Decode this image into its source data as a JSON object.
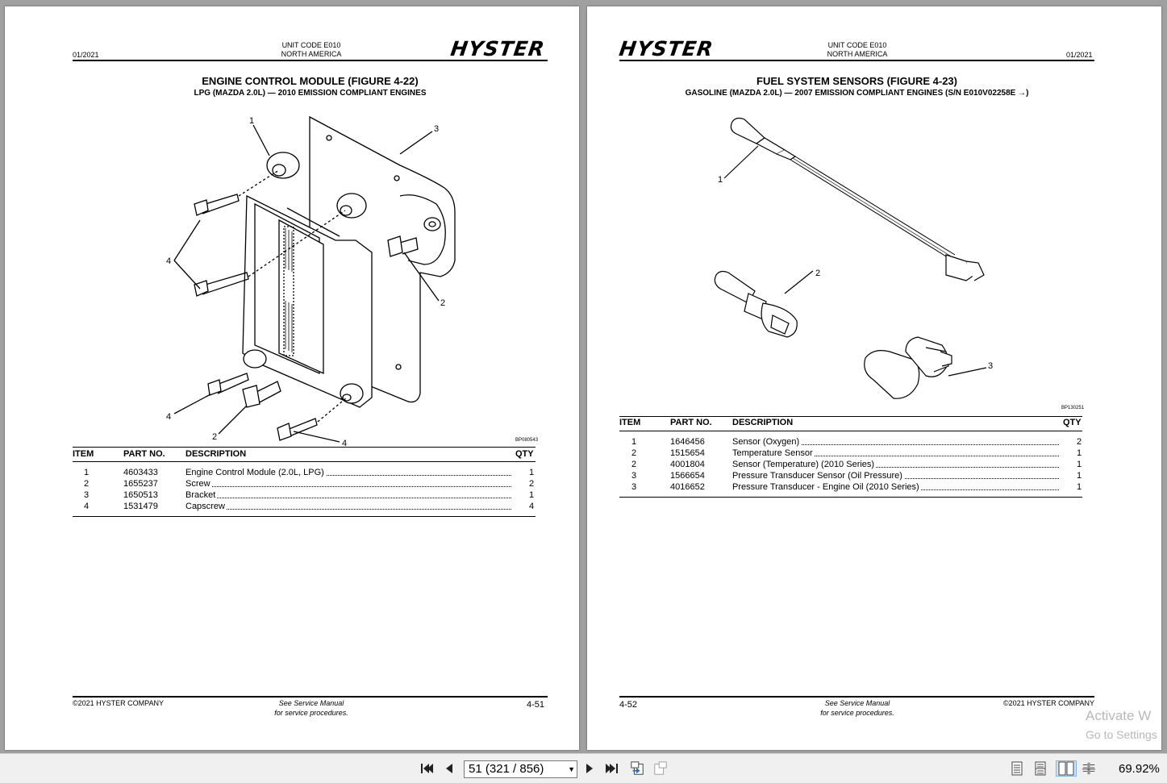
{
  "left_page": {
    "date": "01/2021",
    "unit_code": "UNIT CODE E010",
    "region": "NORTH AMERICA",
    "logo": "HYSTER",
    "title": "ENGINE CONTROL MODULE (FIGURE 4-22)",
    "subtitle": "LPG (MAZDA 2.0L) — 2010 EMISSION COMPLIANT ENGINES",
    "figure_code": "BP080543",
    "callouts": [
      "1",
      "3",
      "4",
      "2",
      "4",
      "2",
      "4"
    ],
    "columns": {
      "item": "ITEM",
      "part_no": "PART NO.",
      "description": "DESCRIPTION",
      "qty": "QTY"
    },
    "parts": [
      {
        "item": "1",
        "part_no": "4603433",
        "description": "Engine Control Module (2.0L, LPG)",
        "qty": "1"
      },
      {
        "item": "2",
        "part_no": "1655237",
        "description": "Screw",
        "qty": "2"
      },
      {
        "item": "3",
        "part_no": "1650513",
        "description": "Bracket",
        "qty": "1"
      },
      {
        "item": "4",
        "part_no": "1531479",
        "description": "Capscrew",
        "qty": "4"
      }
    ],
    "footer_copyright": "©2021 HYSTER COMPANY",
    "footer_note1": "See Service Manual",
    "footer_note2": "for service procedures.",
    "page_number": "4-51"
  },
  "right_page": {
    "date": "01/2021",
    "unit_code": "UNIT CODE E010",
    "region": "NORTH AMERICA",
    "logo": "HYSTER",
    "title": "FUEL SYSTEM SENSORS (FIGURE 4-23)",
    "subtitle": "GASOLINE (MAZDA 2.0L) — 2007 EMISSION COMPLIANT ENGINES  (S/N E010V02258E →)",
    "figure_code": "BP130251",
    "callouts": [
      "1",
      "2",
      "3"
    ],
    "columns": {
      "item": "ITEM",
      "part_no": "PART NO.",
      "description": "DESCRIPTION",
      "qty": "QTY"
    },
    "parts": [
      {
        "item": "1",
        "part_no": "1646456",
        "description": "Sensor (Oxygen)",
        "qty": "2"
      },
      {
        "item": "2",
        "part_no": "1515654",
        "description": "Temperature Sensor",
        "qty": "1"
      },
      {
        "item": "2",
        "part_no": "4001804",
        "description": "Sensor (Temperature) (2010 Series)",
        "qty": "1"
      },
      {
        "item": "3",
        "part_no": "1566654",
        "description": "Pressure Transducer Sensor (Oil Pressure)",
        "qty": "1"
      },
      {
        "item": "3",
        "part_no": "4016652",
        "description": "Pressure Transducer - Engine Oil (2010 Series)",
        "qty": "1"
      }
    ],
    "footer_copyright": "©2021 HYSTER COMPANY",
    "footer_note1": "See Service Manual",
    "footer_note2": "for service procedures.",
    "page_number": "4-52"
  },
  "toolbar": {
    "page_indicator": "51 (321 / 856)",
    "zoom": "69.92%"
  },
  "watermark": {
    "line1": "Activate W",
    "line2": "Go to Settings"
  }
}
